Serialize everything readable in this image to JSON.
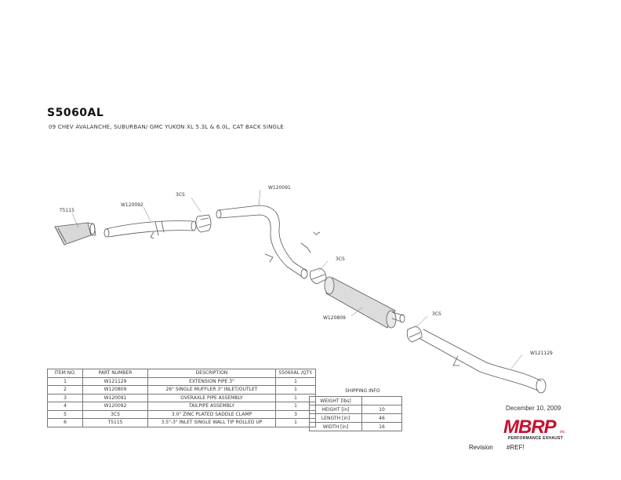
{
  "header": {
    "title": "S5060AL",
    "subtitle": "09 CHEV AVALANCHE, SUBURBAN/ GMC YUKON XL 5.3L & 6.0L, CAT BACK SINGLE"
  },
  "callouts": {
    "t5115": "T5115",
    "w120092": "W120092",
    "clamp1": "3CS",
    "w120091": "W120091",
    "clamp2": "3CS",
    "w120809": "W120809",
    "clamp3": "3CS",
    "w121129": "W121129"
  },
  "parts_table": {
    "headers": [
      "ITEM NO.",
      "PART NUMBER",
      "DESCRIPTION",
      "S5060AL /QTY."
    ],
    "rows": [
      [
        "1",
        "W121129",
        "EXTENSION PIPE 3\"",
        "1"
      ],
      [
        "2",
        "W120809",
        "26\" SINGLE MUFFLER 3\" INLET/OUTLET",
        "1"
      ],
      [
        "3",
        "W120091",
        "OVERAXLE PIPE ASSEMBLY",
        "1"
      ],
      [
        "4",
        "W120092",
        "TAILPIPE ASSEMBLY",
        "1"
      ],
      [
        "5",
        "3CS",
        "3.0\" ZINC PLATED SADDLE CLAMP",
        "3"
      ],
      [
        "6",
        "T5115",
        "3.5\"-3\" INLET SINGLE WALL TIP ROLLED UP",
        "1"
      ]
    ]
  },
  "shipping": {
    "title": "SHIPPING INFO",
    "rows": [
      [
        "WEIGHT [lbs]",
        ""
      ],
      [
        "HEIGHT [in]",
        "10"
      ],
      [
        "LENGTH [in]",
        "46"
      ],
      [
        "WIDTH [in]",
        "16"
      ]
    ]
  },
  "footer": {
    "date": "December 10, 2009",
    "logo_text": "MBRP",
    "logo_inc": "Inc.",
    "logo_tagline": "PERFORMANCE EXHAUST",
    "revision_label": "Revision",
    "revision_value": "#REF!"
  },
  "colors": {
    "logo_red": "#c8102e",
    "line": "#555555"
  }
}
